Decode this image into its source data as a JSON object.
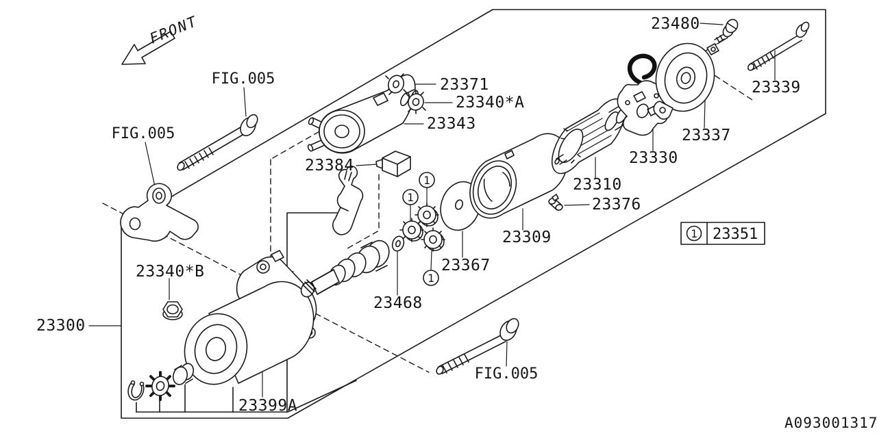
{
  "diagram": {
    "type": "exploded-parts-diagram",
    "subject": "starter motor assembly",
    "front_label": "FRONT",
    "fig_ref": "FIG.005",
    "code": "A093001317",
    "legend": {
      "index": "1",
      "part": "23351"
    },
    "callout_index": "1",
    "labels": {
      "p23371": "23371",
      "p23340a": "23340*A",
      "p23343": "23343",
      "p23384": "23384",
      "p23480": "23480",
      "p23339": "23339",
      "p23337": "23337",
      "p23330": "23330",
      "p23310": "23310",
      "p23376": "23376",
      "p23309": "23309",
      "p23367": "23367",
      "p23468": "23468",
      "p23340b": "23340*B",
      "p23300": "23300",
      "p23399a": "23399A"
    },
    "colors": {
      "ink": "#1a1a1a",
      "background": "#ffffff"
    }
  }
}
